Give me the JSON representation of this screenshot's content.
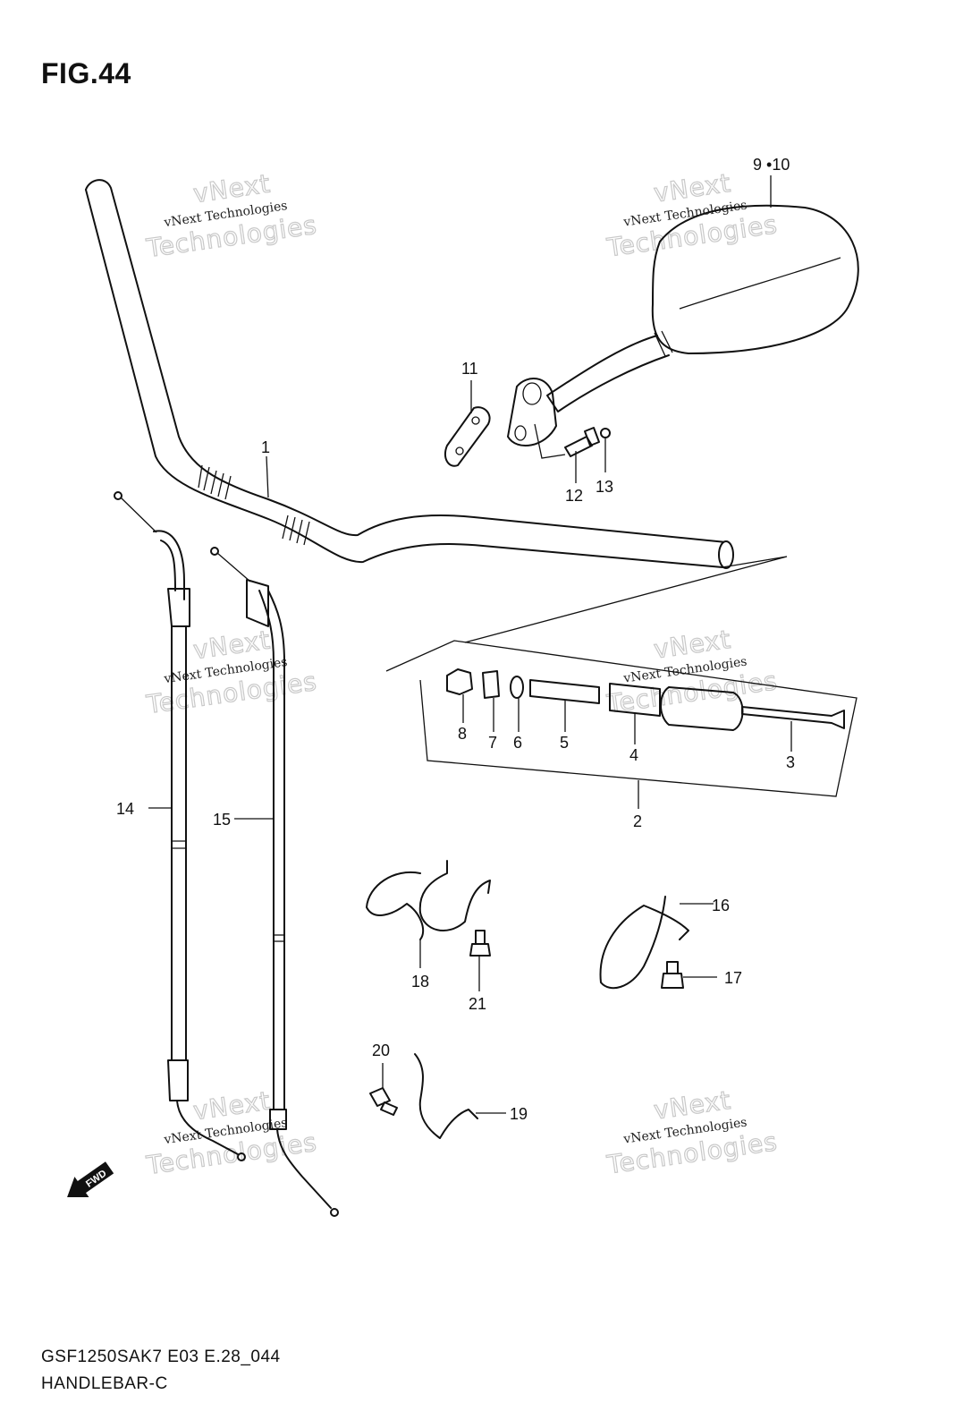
{
  "figure": {
    "title": "FIG.44"
  },
  "footer": {
    "model_code": "GSF1250SAK7 E03 E.28_044",
    "diagram_name": "HANDLEBAR-C"
  },
  "watermark": {
    "line1": "vNext Technologies",
    "line2": "Technologies",
    "line3": "vNext"
  },
  "fwd_badge": "FWD",
  "callouts": {
    "c1": "1",
    "c2": "2",
    "c3": "3",
    "c4": "4",
    "c5": "5",
    "c6": "6",
    "c7": "7",
    "c8": "8",
    "c9_10": "9 •10",
    "c11": "11",
    "c12": "12",
    "c13": "13",
    "c14": "14",
    "c15": "15",
    "c16": "16",
    "c17": "17",
    "c18": "18",
    "c19": "19",
    "c20": "20",
    "c21": "21"
  }
}
